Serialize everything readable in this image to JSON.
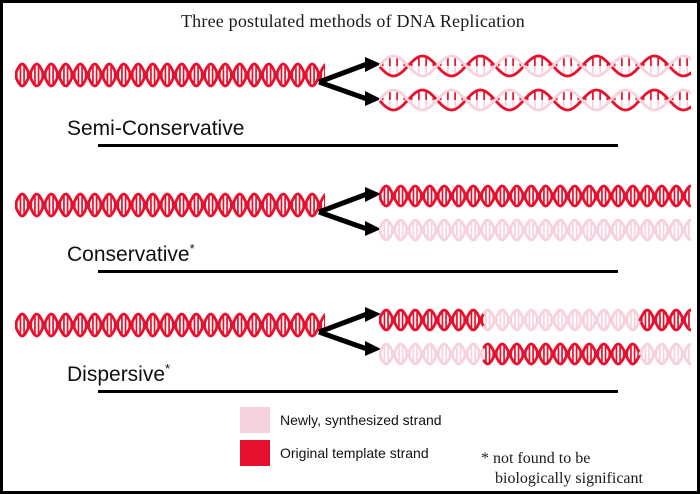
{
  "title": "Three postulated methods of DNA Replication",
  "colors": {
    "original_strand": "#E8112D",
    "new_strand": "#F7D2DC",
    "frame": "#000000",
    "text": "#1a1a1a",
    "arrow": "#000000",
    "background": "#ffffff"
  },
  "methods": [
    {
      "label": "Semi-Conservative",
      "asterisk": "",
      "parent": {
        "pattern": [
          "original"
        ]
      },
      "daughters": [
        {
          "backbone_top": "original",
          "backbone_bottom": "new"
        },
        {
          "backbone_top": "original",
          "backbone_bottom": "new"
        }
      ]
    },
    {
      "label": "Conservative",
      "asterisk": "*",
      "parent": {
        "pattern": [
          "original"
        ]
      },
      "daughters": [
        {
          "backbone_top": "original",
          "backbone_bottom": "original"
        },
        {
          "backbone_top": "new",
          "backbone_bottom": "new"
        }
      ]
    },
    {
      "label": "Dispersive",
      "asterisk": "*",
      "parent": {
        "pattern": [
          "original"
        ]
      },
      "daughters": [
        {
          "segments": [
            "original",
            "original",
            "new",
            "new",
            "new",
            "original"
          ]
        },
        {
          "segments": [
            "new",
            "new",
            "original",
            "original",
            "original",
            "new"
          ]
        }
      ]
    }
  ],
  "legend": {
    "items": [
      {
        "swatch": "new",
        "label": "Newly, synthesized strand"
      },
      {
        "swatch": "original",
        "label": "Original template strand"
      }
    ]
  },
  "footnote": {
    "line1": "* not found to be",
    "line2": "biologically significant"
  }
}
